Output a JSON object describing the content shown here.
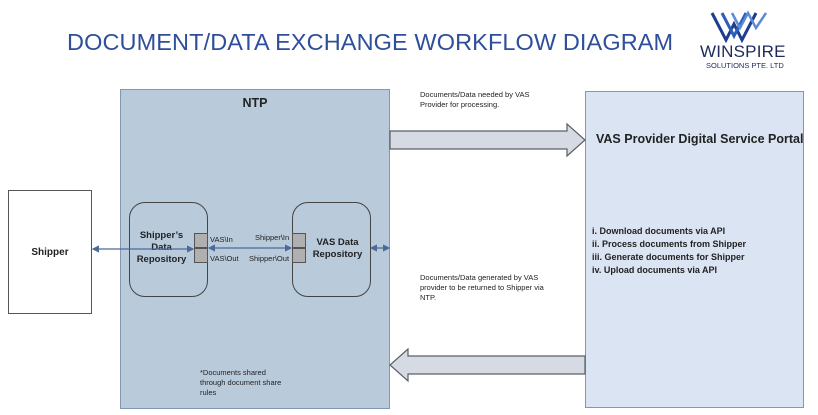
{
  "title": "DOCUMENT/DATA EXCHANGE WORKFLOW DIAGRAM",
  "logo": {
    "name": "WINSPIRE",
    "sub": "SOLUTIONS PTE. LTD"
  },
  "ntp": {
    "label": "NTP"
  },
  "shipper": {
    "label": "Shipper"
  },
  "left_repo": {
    "lines": [
      "Shipper’s",
      "Data",
      "Repository"
    ],
    "port_in": "VAS\\In",
    "port_out": "VAS\\Out"
  },
  "right_repo": {
    "lines": [
      "VAS Data",
      "Repository"
    ],
    "port_in": "Shipper\\In",
    "port_out": "Shipper\\Out"
  },
  "vas_portal": {
    "title": "VAS Provider Digital Service Portal",
    "steps": [
      "i. Download documents via API",
      "ii. Process documents from Shipper",
      "iii. Generate documents for Shipper",
      "iv. Upload documents via API"
    ]
  },
  "notes": {
    "top_lines": [
      "Documents/Data needed by VAS",
      "Provider for processing."
    ],
    "bottom_lines": [
      "Documents/Data generated by VAS",
      "provider to be returned to Shipper via",
      "NTP."
    ],
    "share_lines": [
      "*Documents shared",
      "through document share",
      "rules"
    ]
  },
  "colors": {
    "title": "#2f4f9a",
    "ntp_fill": "#b9cadb",
    "vas_fill": "#dbe4f2",
    "arrow_fill": "#d6dbe3",
    "connector": "#4a6a99"
  }
}
